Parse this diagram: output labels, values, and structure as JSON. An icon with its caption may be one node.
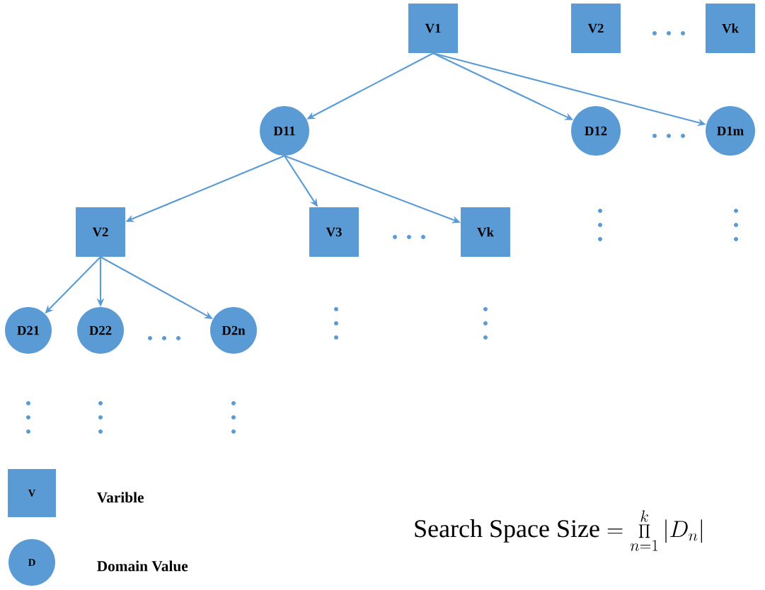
{
  "diagram": {
    "nodes": [
      {
        "text": [
          "V1"
        ]
      },
      {
        "text": [
          "V2"
        ]
      },
      {
        "text": [
          "Vk"
        ]
      },
      {
        "text": [
          "D11"
        ]
      },
      {
        "text": [
          "D12"
        ]
      },
      {
        "text": [
          "D1m"
        ]
      },
      {
        "text": [
          "V2"
        ]
      },
      {
        "text": [
          "V3"
        ]
      },
      {
        "text": [
          "Vk"
        ]
      },
      {
        "text": [
          "D21"
        ]
      },
      {
        "text": [
          "D22"
        ]
      },
      {
        "text": [
          "D2n"
        ]
      },
      {
        "text": [
          "V"
        ]
      },
      {
        "text": [
          "D"
        ]
      }
    ],
    "edges": [
      {
        "from": 0,
        "to": 3,
        "arrow": "to"
      },
      {
        "from": 0,
        "to": 4,
        "arrow": "to"
      },
      {
        "from": 0,
        "to": 5,
        "arrow": "to"
      },
      {
        "from": 3,
        "to": 6,
        "arrow": "to"
      },
      {
        "from": 3,
        "to": 7,
        "arrow": "to"
      },
      {
        "from": 3,
        "to": 8,
        "arrow": "to"
      },
      {
        "from": 6,
        "to": 9,
        "arrow": "to"
      },
      {
        "from": 6,
        "to": 10,
        "arrow": "to"
      },
      {
        "from": 6,
        "to": 11,
        "arrow": "to"
      }
    ],
    "labels": [
      "\\mathrm{Search\\ Space\\ Size} = \\prod_{n=1}^{k}\\left|D_n\\right|"
    ],
    "legend": [
      {
        "text": "Varible"
      },
      {
        "text": "Domain Value"
      }
    ]
  }
}
